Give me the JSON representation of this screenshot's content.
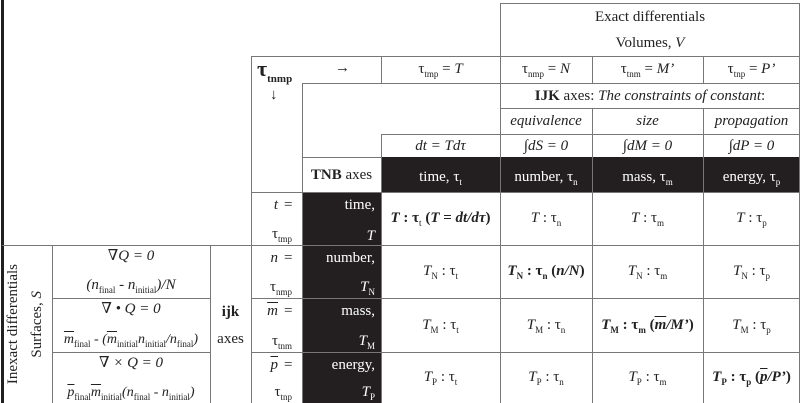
{
  "header": {
    "exact_differentials": "Exact differentials",
    "volumes": "Volumes, ",
    "volumes_symbol": "V"
  },
  "corner": {
    "tau": "τ",
    "tau_sub": "tnmp",
    "arrow_right": "→",
    "arrow_down": "↓"
  },
  "column_headers": [
    {
      "tau": "τ",
      "sub": "tmp",
      "eq": " = ",
      "var": "T"
    },
    {
      "tau": "τ",
      "sub": "nmp",
      "eq": " = ",
      "var": "N"
    },
    {
      "tau": "τ",
      "sub": "tnm",
      "eq": " = ",
      "var": "M’"
    },
    {
      "tau": "τ",
      "sub": "tnp",
      "eq": " = ",
      "var": "P’"
    }
  ],
  "ijk_axes": {
    "bold": "IJK",
    "rest": " axes: ",
    "italic": "The constraints of constant",
    "colon": ":"
  },
  "constraints": [
    "equivalence",
    "size",
    "propagation"
  ],
  "integrals": [
    "dt = Tdτ",
    "∫dS = 0",
    "∫dM = 0",
    "∫dP = 0"
  ],
  "tnb_axes": {
    "bold": "TNB",
    "rest": " axes"
  },
  "tnb_columns": [
    {
      "label": "time, ",
      "tau": "τ",
      "sub": "t"
    },
    {
      "label": "number, ",
      "tau": "τ",
      "sub": "n"
    },
    {
      "label": "mass, ",
      "tau": "τ",
      "sub": "m"
    },
    {
      "label": "energy, ",
      "tau": "τ",
      "sub": "p"
    }
  ],
  "left_labels": {
    "inexact": "Inexact differentials",
    "surfaces": "Surfaces, ",
    "surfaces_symbol": "S",
    "ijk_bold": "ijk",
    "ijk_axes": "axes"
  },
  "surfaces": [
    {
      "eq": "∇Q = 0",
      "expr": "(n_final - n_initial)/N"
    },
    {
      "eq": "∇ • Q = 0",
      "expr": "m̄_final - (m̄_initial n_initial / n_final)"
    },
    {
      "eq": "∇ × Q = 0",
      "expr": "p̄_final m̄_initial (n_final - n_initial)"
    }
  ],
  "rows": [
    {
      "var": "t",
      "var_over": false,
      "tau_sub": "tmp",
      "label": "time,",
      "cap": "T",
      "cap_sub": "",
      "cells": [
        "T : τt (T = dt/dτ)",
        "T : τn",
        "T : τm",
        "T : τp"
      ]
    },
    {
      "var": "n",
      "var_over": false,
      "tau_sub": "nmp",
      "label": "number,",
      "cap": "T",
      "cap_sub": "N",
      "cells": [
        "TN : τt",
        "TN : τn (n/N)",
        "TN : τm",
        "TN : τp"
      ]
    },
    {
      "var": "m",
      "var_over": true,
      "tau_sub": "tnm",
      "label": "mass,",
      "cap": "T",
      "cap_sub": "M",
      "cells": [
        "TM : τt",
        "TM : τn",
        "TM : τm (m̄/M’)",
        "TM : τp"
      ]
    },
    {
      "var": "p",
      "var_over": true,
      "tau_sub": "tnp",
      "label": "energy,",
      "cap": "T",
      "cap_sub": "P",
      "cells": [
        "TP : τt",
        "TP : τn",
        "TP : τm",
        "TP : τp (p̄/P’)"
      ]
    }
  ],
  "colors": {
    "grid": "#777777",
    "black_fill": "#231f20",
    "text": "#222222",
    "white_text": "#ffffff"
  }
}
